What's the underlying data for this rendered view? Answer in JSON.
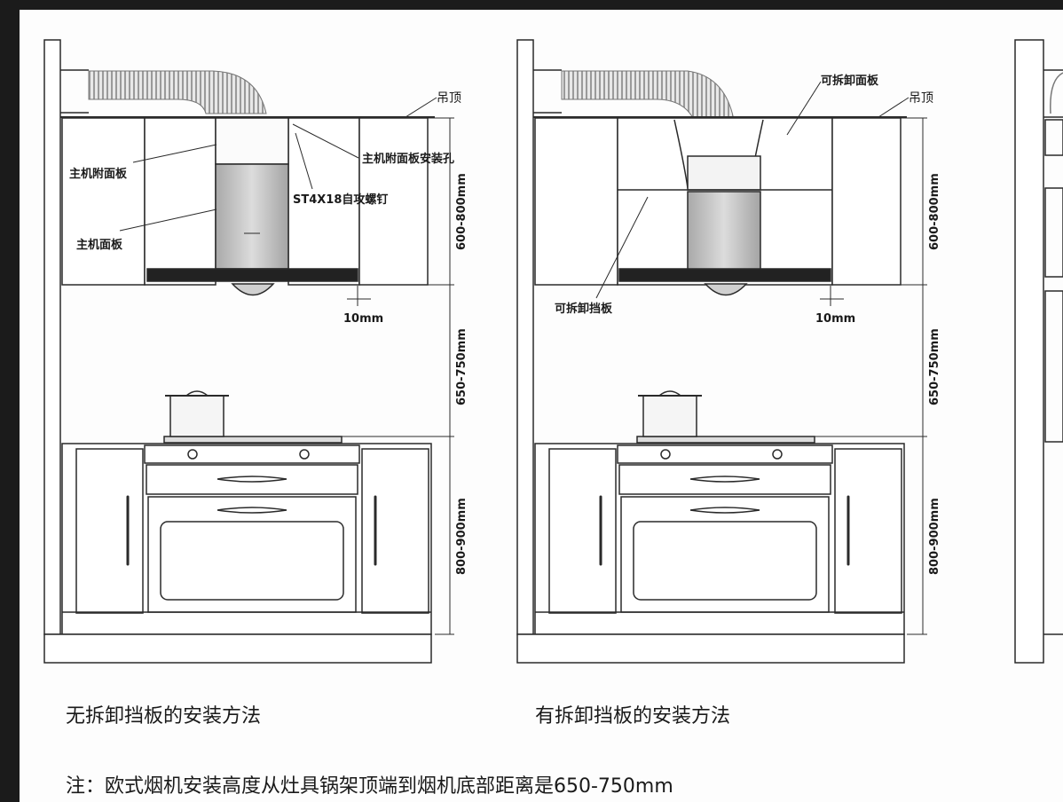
{
  "panel_left": {
    "labels": {
      "ceiling": "吊顶",
      "attach_panel": "主机附面板",
      "panel_hole": "主机附面板安装孔",
      "screw": "ST4X18自攻螺钉",
      "face_panel": "主机面板",
      "gap": "10mm"
    },
    "dims": {
      "cabinet_height": "600-800mm",
      "hood_height": "650-750mm",
      "counter_height": "800-900mm"
    },
    "caption": "无拆卸挡板的安装方法"
  },
  "panel_right": {
    "labels": {
      "ceiling": "吊顶",
      "removable_face": "可拆卸面板",
      "removable_baffle": "可拆卸挡板",
      "gap": "10mm"
    },
    "dims": {
      "cabinet_height": "600-800mm",
      "hood_height": "650-750mm",
      "counter_height": "800-900mm"
    },
    "caption": "有拆卸挡板的安装方法"
  },
  "note": "注：欧式烟机安装高度从灶具锅架顶端到烟机底部距离是650-750mm",
  "colors": {
    "line": "#2a2a2a",
    "hood_body": "#bdbdbd",
    "background": "#fdfdfd",
    "frame": "#1b1b1b"
  }
}
